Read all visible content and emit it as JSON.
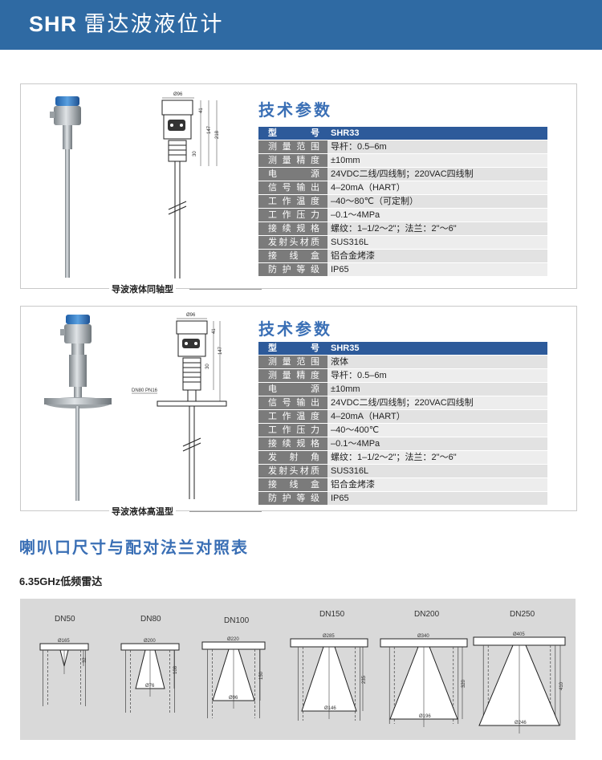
{
  "header": {
    "title_latin": "SHR",
    "title_cn": "雷达波液位计"
  },
  "products": [
    {
      "caption": "导波液体同轴型",
      "spec_title": "技术参数",
      "drawing_dims": {
        "width": "Ø96",
        "d1": "41",
        "d2": "147",
        "d3": "218",
        "d4": "30"
      },
      "rows": [
        {
          "label": "型　号",
          "value": "SHR33"
        },
        {
          "label": "测量范围",
          "value": "导杆：0.5–6m"
        },
        {
          "label": "测量精度",
          "value": "±10mm"
        },
        {
          "label": "电　源",
          "value": "24VDC二线/四线制；220VAC四线制"
        },
        {
          "label": "信号输出",
          "value": "4–20mA（HART）"
        },
        {
          "label": "工作温度",
          "value": "–40～80℃（可定制）"
        },
        {
          "label": "工作压力",
          "value": "–0.1～4MPa"
        },
        {
          "label": "接续规格",
          "value": "螺纹：1–1/2～2\"；法兰：2\"～6\""
        },
        {
          "label": "发射头材质",
          "value": "SUS316L"
        },
        {
          "label": "接线盒",
          "value": "铝合金烤漆"
        },
        {
          "label": "防护等级",
          "value": "IP65"
        }
      ]
    },
    {
      "caption": "导波液体高温型",
      "spec_title": "技术参数",
      "drawing_dims": {
        "width": "Ø96",
        "d1": "41",
        "d2": "147",
        "d3": "30",
        "flange": "DN80 PN16"
      },
      "rows": [
        {
          "label": "型　号",
          "value": "SHR35"
        },
        {
          "label": "测量范围",
          "value": "液体"
        },
        {
          "label": "测量精度",
          "value": "导杆：0.5–6m"
        },
        {
          "label": "电　源",
          "value": "±10mm"
        },
        {
          "label": "信号输出",
          "value": "24VDC二线/四线制；220VAC四线制"
        },
        {
          "label": "工作温度",
          "value": "4–20mA（HART）"
        },
        {
          "label": "工作压力",
          "value": "–40～400℃"
        },
        {
          "label": "接续规格",
          "value": "–0.1～4MPa"
        },
        {
          "label": "发射角",
          "value": "螺纹：1–1/2～2\"；法兰：2\"～6\""
        },
        {
          "label": "发射头材质",
          "value": "SUS316L"
        },
        {
          "label": "接线盒",
          "value": "铝合金烤漆"
        },
        {
          "label": "防护等级",
          "value": "IP65"
        }
      ]
    }
  ],
  "horn_section": {
    "title": "喇叭口尺寸与配对法兰对照表",
    "subtitle": "6.35GHz低频雷达",
    "horns": [
      {
        "dn": "DN50",
        "flange": "Ø165",
        "height": "32",
        "mouth": ""
      },
      {
        "dn": "DN80",
        "flange": "Ø200",
        "height": "108",
        "mouth": "Ø76"
      },
      {
        "dn": "DN100",
        "flange": "Ø220",
        "height": "150",
        "mouth": "Ø96"
      },
      {
        "dn": "DN150",
        "flange": "Ø285",
        "height": "235",
        "mouth": "Ø146"
      },
      {
        "dn": "DN200",
        "flange": "Ø340",
        "height": "320",
        "mouth": "Ø196"
      },
      {
        "dn": "DN250",
        "flange": "Ø405",
        "height": "410",
        "mouth": "Ø246"
      }
    ]
  }
}
